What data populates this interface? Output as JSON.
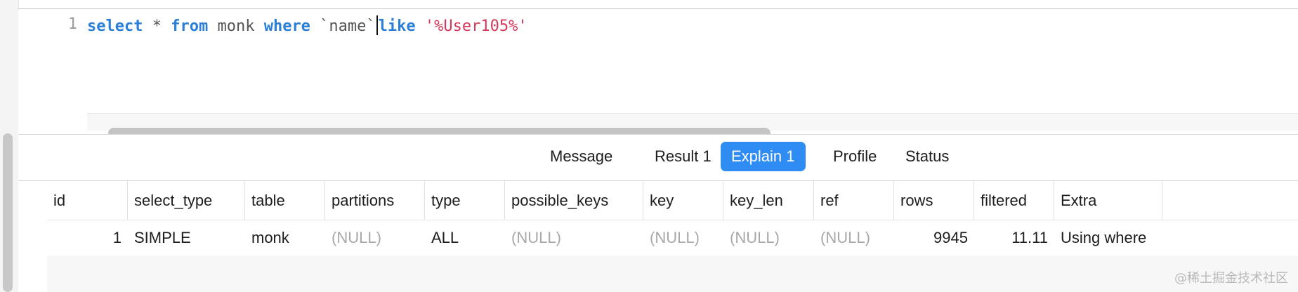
{
  "editor": {
    "line_number": "1",
    "tokens": {
      "select": "select",
      "star": " * ",
      "from": "from",
      "table": " monk ",
      "where": "where",
      "column": " `name`",
      "like": "like",
      "pattern": " '%User105%'"
    }
  },
  "tabs": {
    "message": "Message",
    "result": "Result 1",
    "explain": "Explain 1",
    "profile": "Profile",
    "status": "Status"
  },
  "active_tab": "Explain 1",
  "accent_color": "#2f8cf3",
  "columns": [
    "id",
    "select_type",
    "table",
    "partitions",
    "type",
    "possible_keys",
    "key",
    "key_len",
    "ref",
    "rows",
    "filtered",
    "Extra"
  ],
  "rows": [
    [
      "1",
      "SIMPLE",
      "monk",
      "(NULL)",
      "ALL",
      "(NULL)",
      "(NULL)",
      "(NULL)",
      "(NULL)",
      "9945",
      "11.11",
      "Using where"
    ]
  ],
  "watermark": "@稀土掘金技术社区"
}
